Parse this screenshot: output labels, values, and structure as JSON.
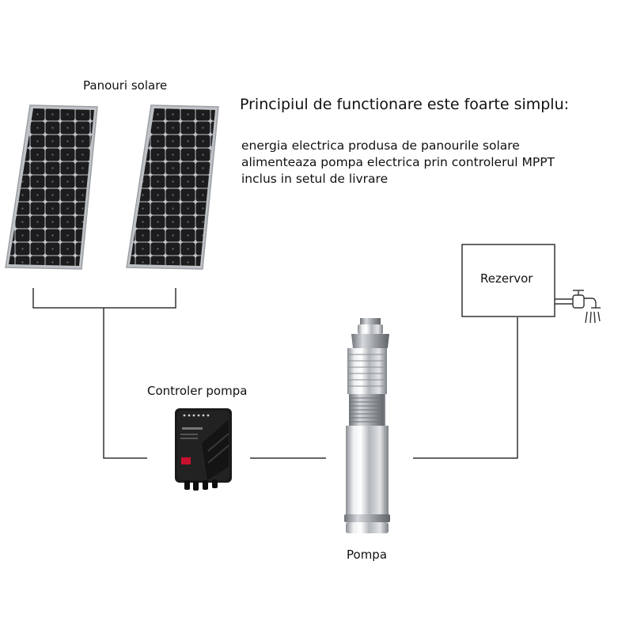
{
  "labels": {
    "panels": "Panouri solare",
    "controller": "Controler pompa",
    "pump": "Pompa",
    "tank": "Rezervor"
  },
  "heading": "Principiul de functionare este foarte simplu:",
  "description": [
    "energia electrica produsa de panourile solare",
    "alimenteaza pompa electrica prin controlerul MPPT",
    "inclus in setul de livrare"
  ],
  "colors": {
    "line": "#333333",
    "panel_frame": "#b9bcc0",
    "panel_cell": "#1c1c1e",
    "controller_body": "#1a1a1a",
    "controller_accent": "#c8102e",
    "pump_steel": "#c9ccd0"
  }
}
